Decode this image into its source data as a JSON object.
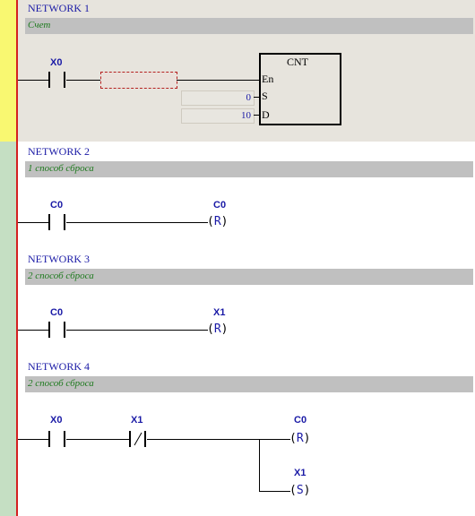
{
  "networks": [
    {
      "title": "NETWORK 1",
      "comment": "Счет",
      "contact": "X0",
      "block": {
        "name": "CNT",
        "pin_en": "En",
        "pin_s": "S",
        "pin_d": "D",
        "s_value": "0",
        "d_value": "10"
      }
    },
    {
      "title": "NETWORK 2",
      "comment": "1 способ сброса",
      "contact": "C0",
      "coil_label": "C0",
      "coil_type": "R"
    },
    {
      "title": "NETWORK 3",
      "comment": "2 способ сброса",
      "contact": "C0",
      "coil_label": "X1",
      "coil_type": "R"
    },
    {
      "title": "NETWORK 4",
      "comment": "2 способ сброса",
      "contact1": "X0",
      "contact2": "X1",
      "coil1_label": "C0",
      "coil1_type": "R",
      "coil2_label": "X1",
      "coil2_type": "S"
    }
  ],
  "colors": {
    "gutter_active": "#f9f871",
    "gutter_normal": "#c5dfc3",
    "rail": "#d42020",
    "network1_bg": "#e7e4dd",
    "comment_bar": "#c0c0c0"
  }
}
